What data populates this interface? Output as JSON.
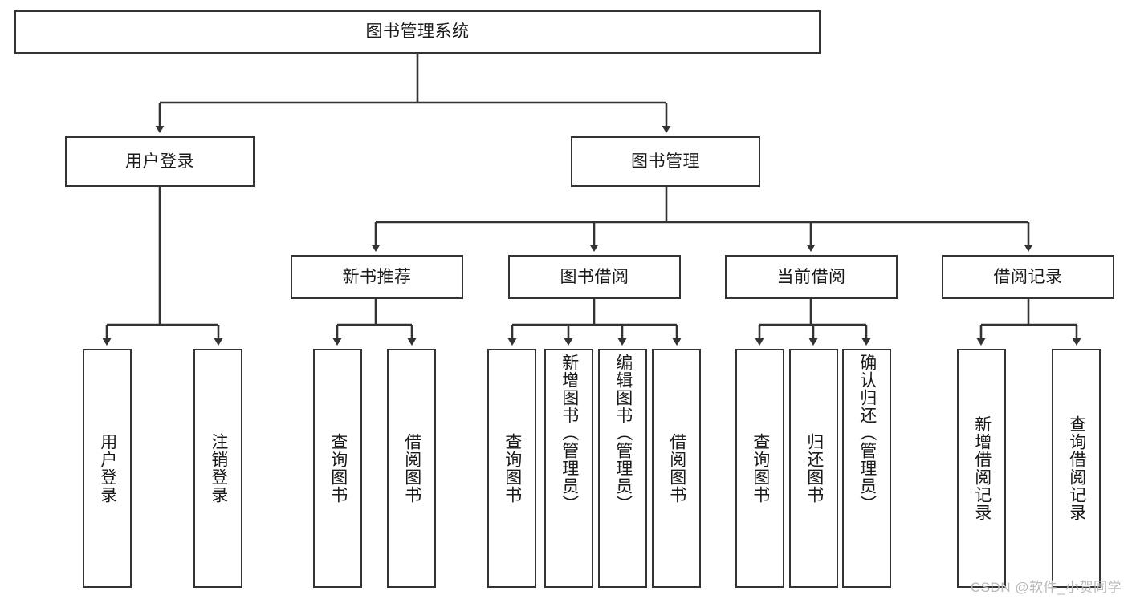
{
  "title": "图书管理系统",
  "watermark": "CSDN @软件_小贺同学",
  "diagram": {
    "type": "tree",
    "orientation": "top-down",
    "root": {
      "label": "图书管理系统"
    },
    "level2": [
      {
        "label": "用户登录"
      },
      {
        "label": "图书管理"
      }
    ],
    "level3": [
      {
        "label": "新书推荐"
      },
      {
        "label": "图书借阅"
      },
      {
        "label": "当前借阅"
      },
      {
        "label": "借阅记录"
      }
    ],
    "leaves": {
      "user_login": [
        {
          "label": "用户登录"
        },
        {
          "label": "注销登录"
        }
      ],
      "new_book_recommend": [
        {
          "label": "查询图书"
        },
        {
          "label": "借阅图书"
        }
      ],
      "book_borrow": [
        {
          "label": "查询图书"
        },
        {
          "label": "新增图书（管理员）"
        },
        {
          "label": "编辑图书（管理员）"
        },
        {
          "label": "借阅图书"
        }
      ],
      "current_borrow": [
        {
          "label": "查询图书"
        },
        {
          "label": "归还图书"
        },
        {
          "label": "确认归还（管理员）"
        }
      ],
      "borrow_record": [
        {
          "label": "新增借阅记录"
        },
        {
          "label": "查询借阅记录"
        }
      ]
    }
  },
  "colors": {
    "stroke": "#333333",
    "box_fill": "#ffffff",
    "text": "#1a1a1a",
    "watermark": "#b8b8b8"
  }
}
